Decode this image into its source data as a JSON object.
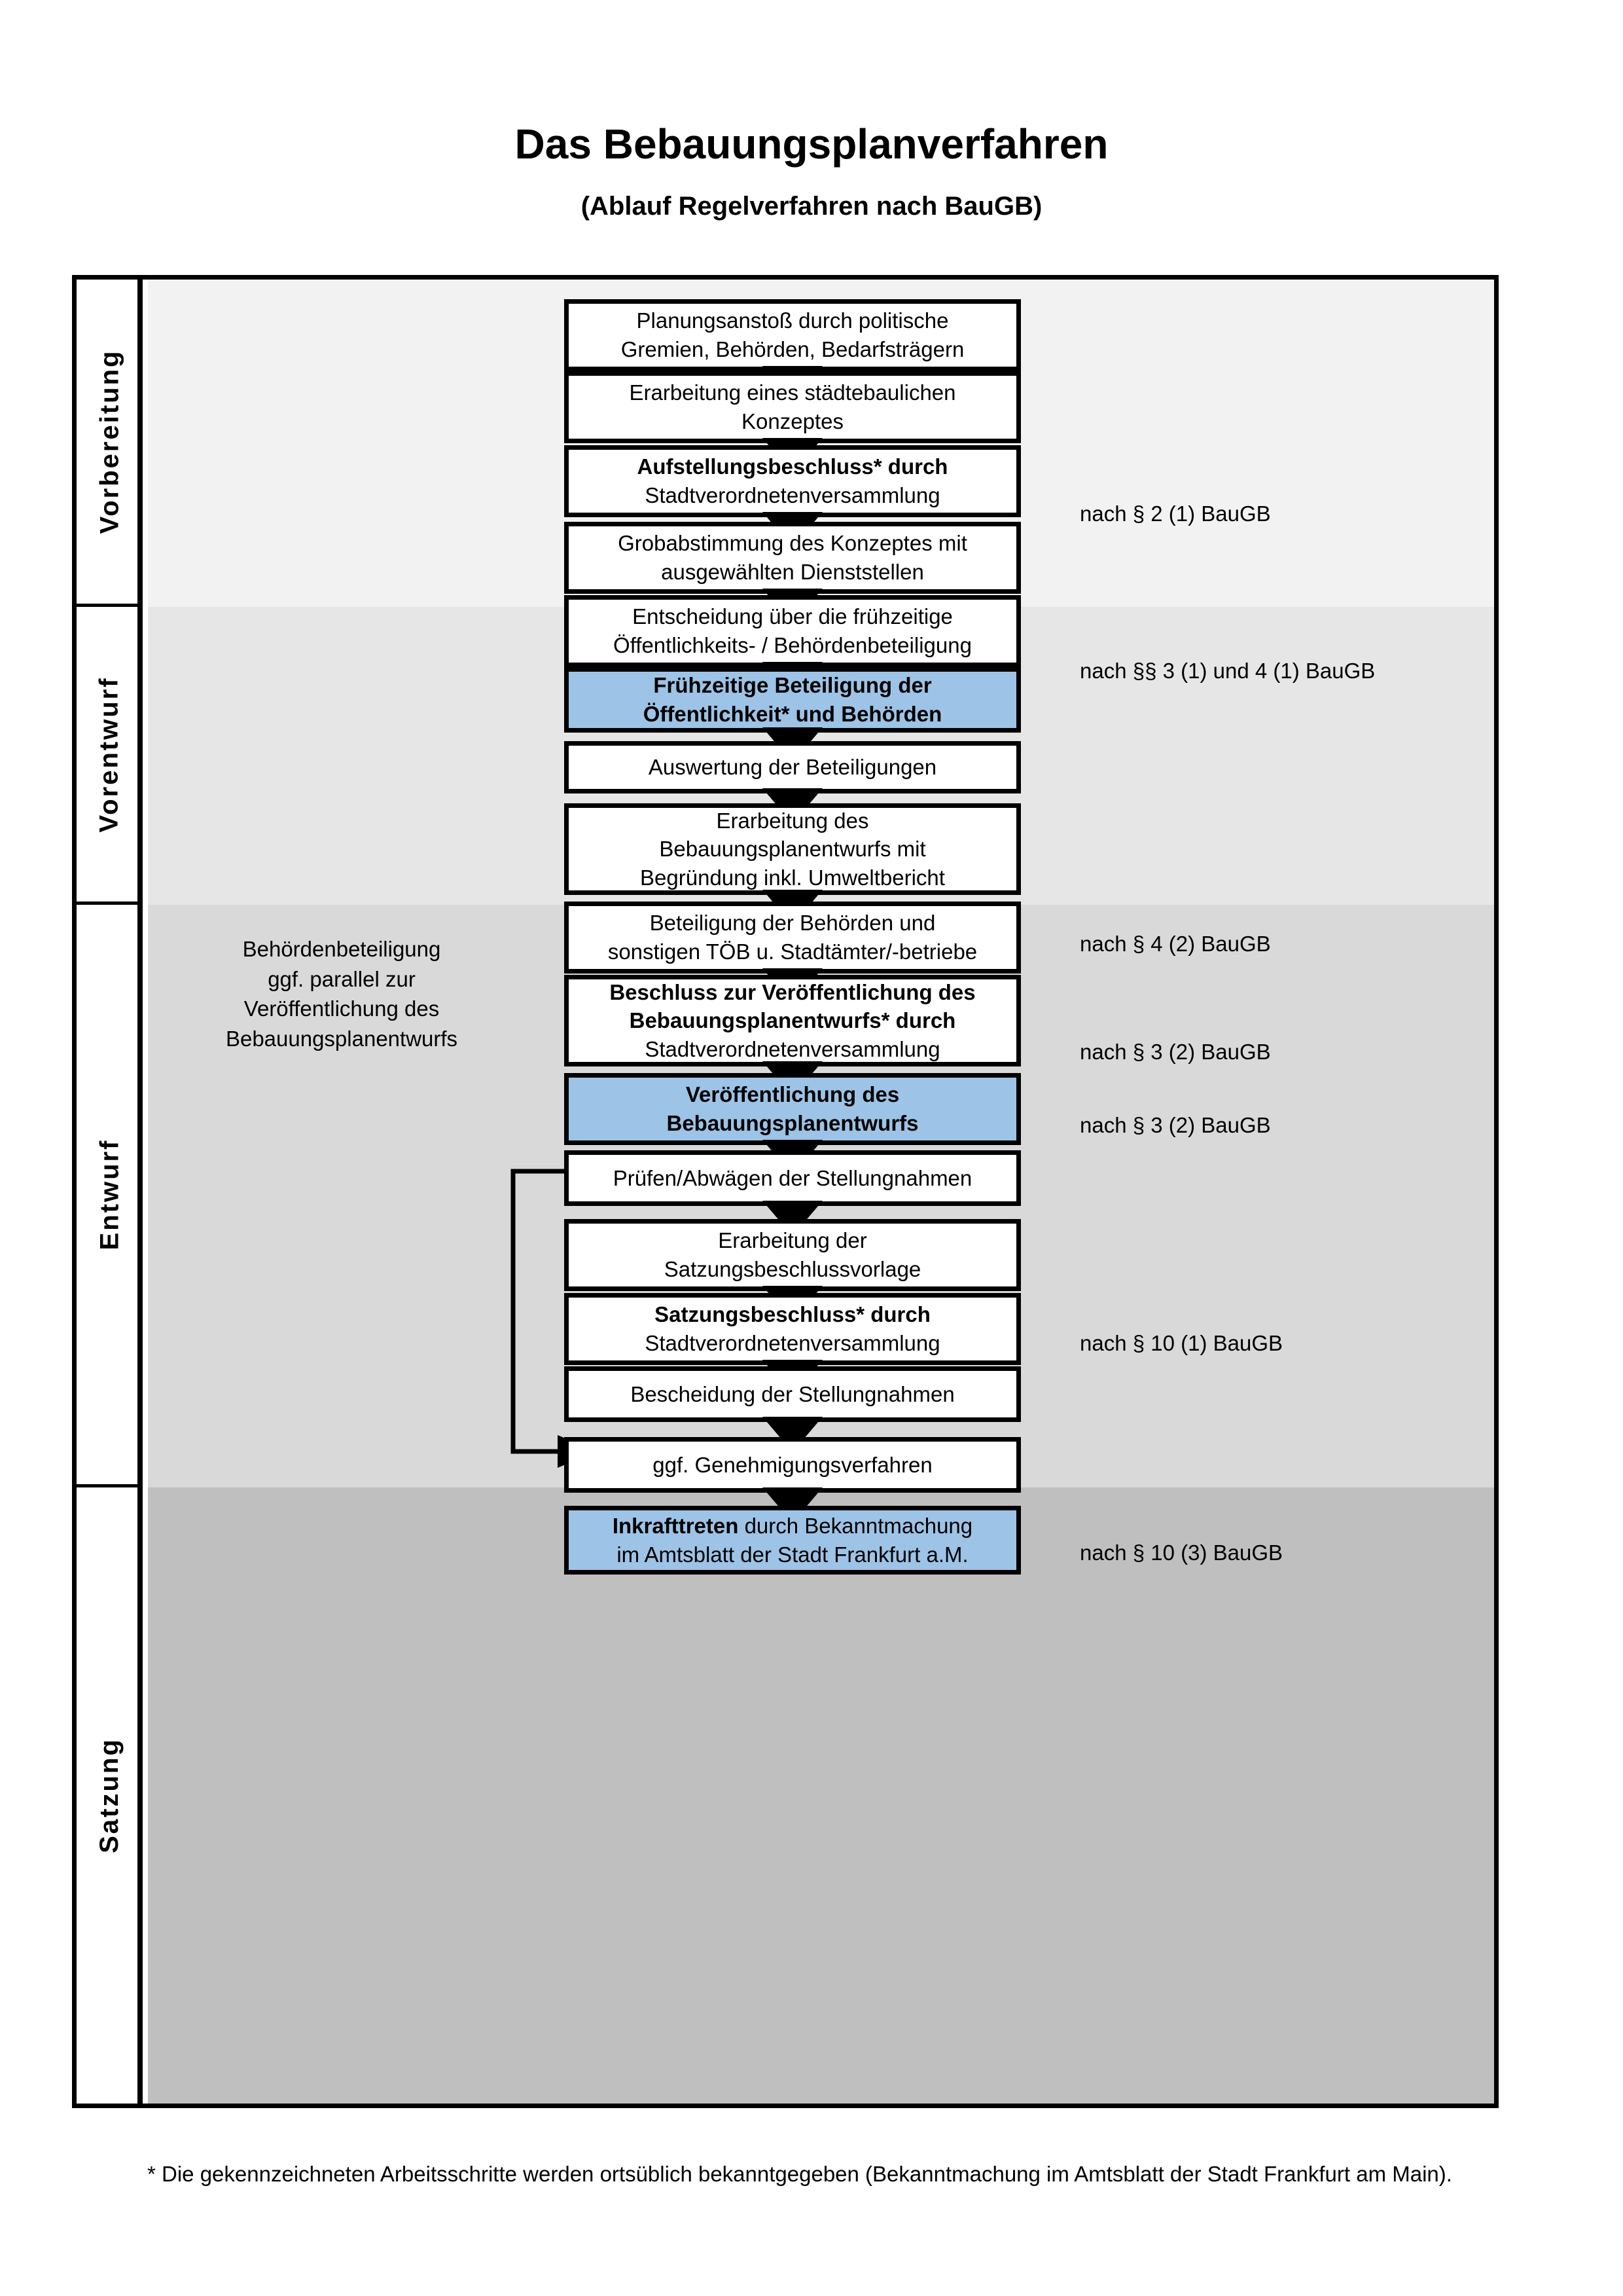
{
  "title": {
    "main": "Das Bebauungsplanverfahren",
    "subtitle": "(Ablauf Regelverfahren nach BauGB)"
  },
  "colors": {
    "band_vorbereitung": "#f2f2f2",
    "band_vorentwurf": "#e6e6e6",
    "band_entwurf": "#d9d9d9",
    "band_satzung": "#bfbfbf",
    "highlight_blue": "#9dc3e6",
    "border": "#000000"
  },
  "phases": [
    {
      "label": "Vorbereitung"
    },
    {
      "label": "Vorentwurf"
    },
    {
      "label": "Entwurf"
    },
    {
      "label": "Satzung"
    }
  ],
  "steps": [
    {
      "id": "planungsanstoss",
      "phase": "Vorbereitung",
      "highlight": false,
      "lines": [
        {
          "t": "Planungsanstoß durch politische",
          "b": false
        },
        {
          "t": "Gremien, Behörden, Bedarfsträgern",
          "b": false
        }
      ]
    },
    {
      "id": "staedtebauliches-konzept",
      "phase": "Vorbereitung",
      "highlight": false,
      "lines": [
        {
          "t": "Erarbeitung eines städtebaulichen",
          "b": false
        },
        {
          "t": "Konzeptes",
          "b": false
        }
      ]
    },
    {
      "id": "aufstellungsbeschluss",
      "phase": "Vorbereitung",
      "highlight": false,
      "lines": [
        {
          "t": "Aufstellungsbeschluss* durch",
          "b": true
        },
        {
          "t": "Stadtverordnetenversammlung",
          "b": false
        }
      ]
    },
    {
      "id": "grobabstimmung",
      "phase": "Vorentwurf",
      "highlight": false,
      "lines": [
        {
          "t": "Grobabstimmung des Konzeptes mit",
          "b": false
        },
        {
          "t": "ausgewählten Dienststellen",
          "b": false
        }
      ]
    },
    {
      "id": "entscheidung-fruehzeitige-beteiligung",
      "phase": "Vorentwurf",
      "highlight": false,
      "lines": [
        {
          "t": "Entscheidung über die frühzeitige",
          "b": false
        },
        {
          "t": "Öffentlichkeits- / Behördenbeteiligung",
          "b": false
        }
      ]
    },
    {
      "id": "fruehzeitige-beteiligung",
      "phase": "Vorentwurf",
      "highlight": true,
      "lines": [
        {
          "t": "Frühzeitige Beteiligung der",
          "b": true
        },
        {
          "t": "Öffentlichkeit* und Behörden",
          "b": true
        }
      ]
    },
    {
      "id": "auswertung-beteiligungen",
      "phase": "Entwurf",
      "highlight": false,
      "lines": [
        {
          "t": "Auswertung der Beteiligungen",
          "b": false
        }
      ]
    },
    {
      "id": "erarbeitung-bplanentwurf",
      "phase": "Entwurf",
      "highlight": false,
      "lines": [
        {
          "t": "Erarbeitung des",
          "b": false
        },
        {
          "t": "Bebauungsplanentwurfs mit",
          "b": false
        },
        {
          "t": "Begründung inkl. Umweltbericht",
          "b": false
        }
      ]
    },
    {
      "id": "beteiligung-behoerden-toeb",
      "phase": "Entwurf",
      "highlight": false,
      "lines": [
        {
          "t": "Beteiligung der Behörden und",
          "b": false
        },
        {
          "t": "sonstigen TÖB u. Stadtämter/-betriebe",
          "b": false
        }
      ]
    },
    {
      "id": "beschluss-veroeffentlichung",
      "phase": "Entwurf",
      "highlight": false,
      "lines": [
        {
          "t": "Beschluss zur Veröffentlichung des",
          "b": true
        },
        {
          "t": "Bebauungsplanentwurfs* durch",
          "b": true
        },
        {
          "t": "Stadtverordnetenversammlung",
          "b": false
        }
      ]
    },
    {
      "id": "veroeffentlichung-bplanentwurf",
      "phase": "Entwurf",
      "highlight": true,
      "lines": [
        {
          "t": "Veröffentlichung des",
          "b": true
        },
        {
          "t": "Bebauungsplanentwurfs",
          "b": true
        }
      ]
    },
    {
      "id": "pruefen-abwaegen",
      "phase": "Satzung",
      "highlight": false,
      "lines": [
        {
          "t": "Prüfen/Abwägen der Stellungnahmen",
          "b": false
        }
      ]
    },
    {
      "id": "erarbeitung-satzungsvorlage",
      "phase": "Satzung",
      "highlight": false,
      "lines": [
        {
          "t": "Erarbeitung der",
          "b": false
        },
        {
          "t": "Satzungsbeschlussvorlage",
          "b": false
        }
      ]
    },
    {
      "id": "satzungsbeschluss",
      "phase": "Satzung",
      "highlight": false,
      "lines": [
        {
          "t": "Satzungsbeschluss* durch",
          "b": true
        },
        {
          "t": "Stadtverordnetenversammlung",
          "b": false
        }
      ]
    },
    {
      "id": "bescheidung-stellungnahmen",
      "phase": "Satzung",
      "highlight": false,
      "lines": [
        {
          "t": "Bescheidung der Stellungnahmen",
          "b": false
        }
      ]
    },
    {
      "id": "genehmigungsverfahren",
      "phase": "Satzung",
      "highlight": false,
      "lines": [
        {
          "t": "ggf. Genehmigungsverfahren",
          "b": false
        }
      ]
    },
    {
      "id": "inkrafttreten",
      "phase": "Satzung",
      "highlight": true,
      "lines": [
        {
          "t": "Inkrafttreten",
          "b": true,
          "suffix": " durch Bekanntmachung"
        },
        {
          "t": "im Amtsblatt der Stadt Frankfurt a.M.",
          "b": false
        }
      ]
    }
  ],
  "legal_refs": [
    {
      "id": "ref-par2-1",
      "text": "nach § 2 (1) BauGB"
    },
    {
      "id": "ref-par3-1-4-1",
      "text": "nach §§ 3 (1) und 4 (1) BauGB"
    },
    {
      "id": "ref-par4-2",
      "text": "nach § 4 (2) BauGB"
    },
    {
      "id": "ref-par3-2-a",
      "text": "nach § 3 (2) BauGB"
    },
    {
      "id": "ref-par3-2-b",
      "text": "nach § 3 (2) BauGB"
    },
    {
      "id": "ref-par10-1",
      "text": "nach § 10 (1) BauGB"
    },
    {
      "id": "ref-par10-3",
      "text": "nach § 10 (3) BauGB"
    }
  ],
  "side_note": {
    "lines": [
      "Behördenbeteiligung",
      "ggf. parallel zur",
      "Veröffentlichung des",
      "Bebauungsplanentwurfs"
    ]
  },
  "footnote": {
    "text": "* Die gekennzeichneten Arbeitsschritte werden ortsüblich bekanntgegeben (Bekanntmachung im Amtsblatt  der Stadt Frankfurt am Main)."
  }
}
